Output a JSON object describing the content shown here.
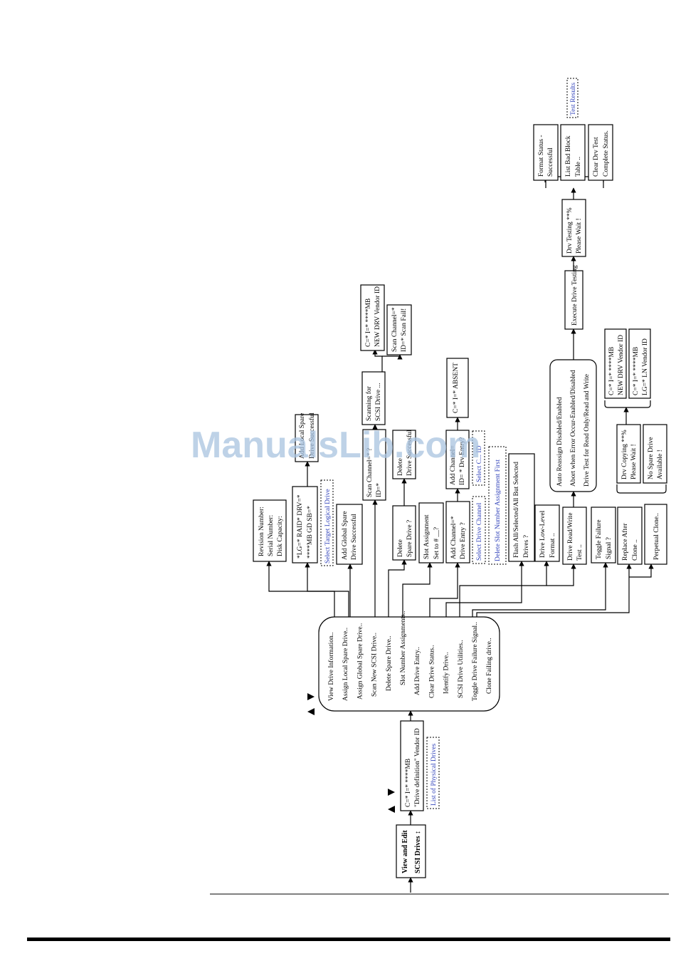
{
  "root": {
    "line1": "View and Edit",
    "line2": "SCSI Drives ↕"
  },
  "drive_entry": {
    "line1": "C=* I=*    ****MB",
    "line2": "\"Drive definition\" Vendor ID"
  },
  "list_physical": "List of Physical Drives",
  "menu": [
    "View Drive Information..",
    "Assign Local Spare Drive..",
    "Assign Global Spare Drive..",
    "Scan New SCSI Drive..",
    "Delete Spare Drive..",
    "Slot Number Assignments..",
    "Add Drive Entry..",
    "Clear Drive Status..",
    "Identify Drive..",
    "SCSI Drive Utilities..",
    "Toggle Drive Failure Signal..",
    "Clone Failing drive.."
  ],
  "view_info": [
    "Revision Number:",
    "Serial Number:",
    "Disk Capacity:"
  ],
  "local_spare": [
    "*LG=* RAID* DRV=*",
    "****MB GD SB=*"
  ],
  "select_target": "Select Target Logical Drive",
  "local_spare_result": [
    "Add Local Spare",
    "Drive Successful"
  ],
  "global_spare": [
    "Add Global Spare",
    "Drive Successful"
  ],
  "scan_new": [
    "Scan Channel=*  ?",
    "ID=*"
  ],
  "scanning": [
    "Scanning  for",
    "SCSI Drive ..."
  ],
  "scan_ok": [
    "C=* I=*     ****MB",
    "NEW DRV Vendor ID"
  ],
  "scan_fail": [
    "Scan Channel=*",
    "ID=*  Scan Fail!"
  ],
  "delete_spare": [
    "Delete",
    "Spare Drive    ?"
  ],
  "delete_result": [
    "Delete",
    "Drive Successful"
  ],
  "slot_assign": [
    "Slot Assignment",
    "Set to   #    __?"
  ],
  "add_entry": [
    "Add Channel=*",
    "Drive Entry    ?"
  ],
  "add_entry2": [
    "Add Channel=",
    "ID= * Drv Entry?"
  ],
  "absent": "C=* I=* ABSENT",
  "select_channel": "Select Drive Channel",
  "select_c": "Select C...  ID",
  "delete_slot": "Delete Slot Number Assignment First",
  "flash": [
    "Flash All/Selected/All But Selected",
    "Drives                              ?"
  ],
  "low_level": [
    "Drive Low-Level",
    "Format     .."
  ],
  "read_write": [
    "Drive Read/Write",
    "Test       .."
  ],
  "rw_options": [
    "Auto Reassign Disabled/Enabled",
    "Abort when Error Occur-Enabled/Disabled",
    "Drive Test for Read Only/Read and Write"
  ],
  "execute": "Execute Drive Testing",
  "testing": [
    "Drv Testing **%",
    "Please Wait !"
  ],
  "format_status": [
    "Format Status -",
    "Successful"
  ],
  "bad_block": [
    "List Bad Block",
    "Table     .."
  ],
  "clear_test": [
    "Clear Drv Test",
    "Complete Status."
  ],
  "test_results": "Test Results",
  "toggle": [
    "Toggle Failure",
    "Signal       ?"
  ],
  "replace": [
    "Replace After",
    "Clone        .."
  ],
  "perpetual": "Perpetual Clone..",
  "copying": [
    "Drv Copying **%",
    "Please Wait !"
  ],
  "no_spare": [
    "No Spare Drive",
    "Available  !"
  ],
  "clone_new": [
    "C=* I=*     ****MB",
    "NEW DRV Vendor ID"
  ],
  "clone_ln": [
    "C=* I=*     ****MB",
    "LG=* LN Vendor ID"
  ],
  "watermark": "ManualsLib.com"
}
